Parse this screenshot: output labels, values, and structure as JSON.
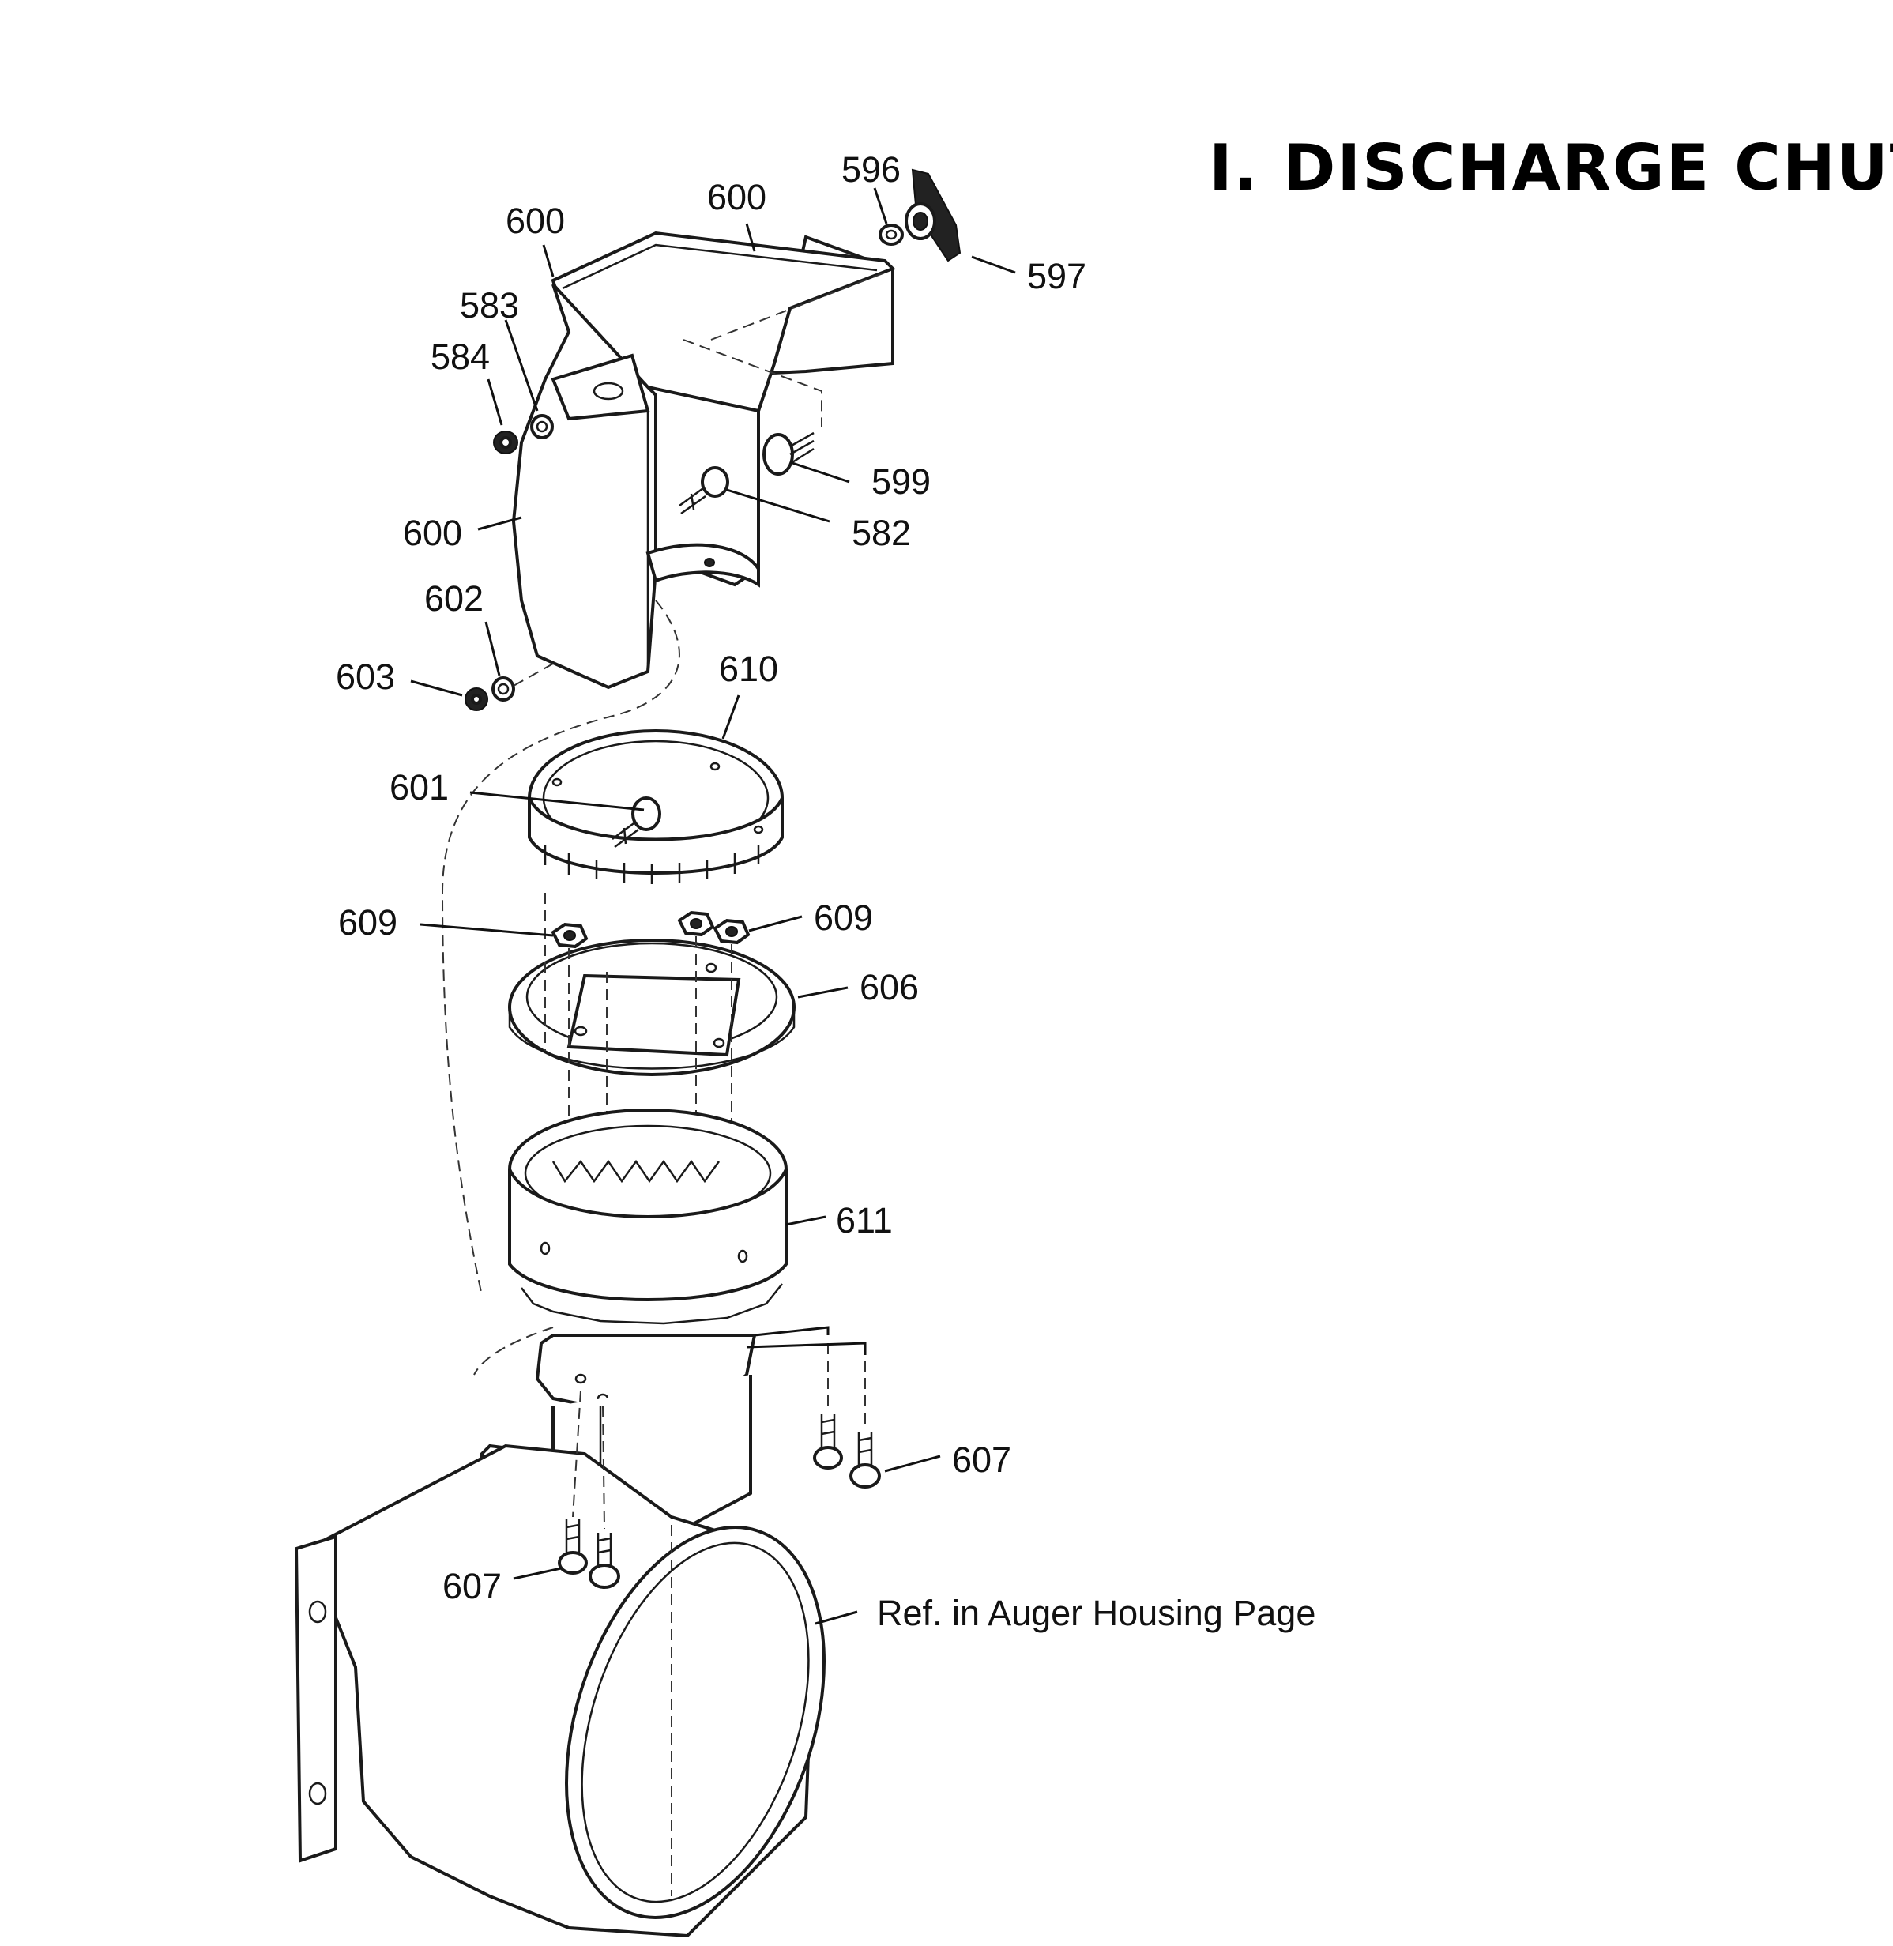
{
  "title": "I. DISCHARGE CHUTE",
  "callouts": {
    "p596": "596",
    "p597": "597",
    "p600_top": "600",
    "p600_left": "600",
    "p600_mid": "600",
    "p583": "583",
    "p584": "584",
    "p599": "599",
    "p582": "582",
    "p602": "602",
    "p603": "603",
    "p610": "610",
    "p601": "601",
    "p609_left": "609",
    "p609_right": "609",
    "p606": "606",
    "p611": "611",
    "p607_right": "607",
    "p607_left": "607",
    "ref_auger": "Ref. in Auger Housing Page"
  }
}
